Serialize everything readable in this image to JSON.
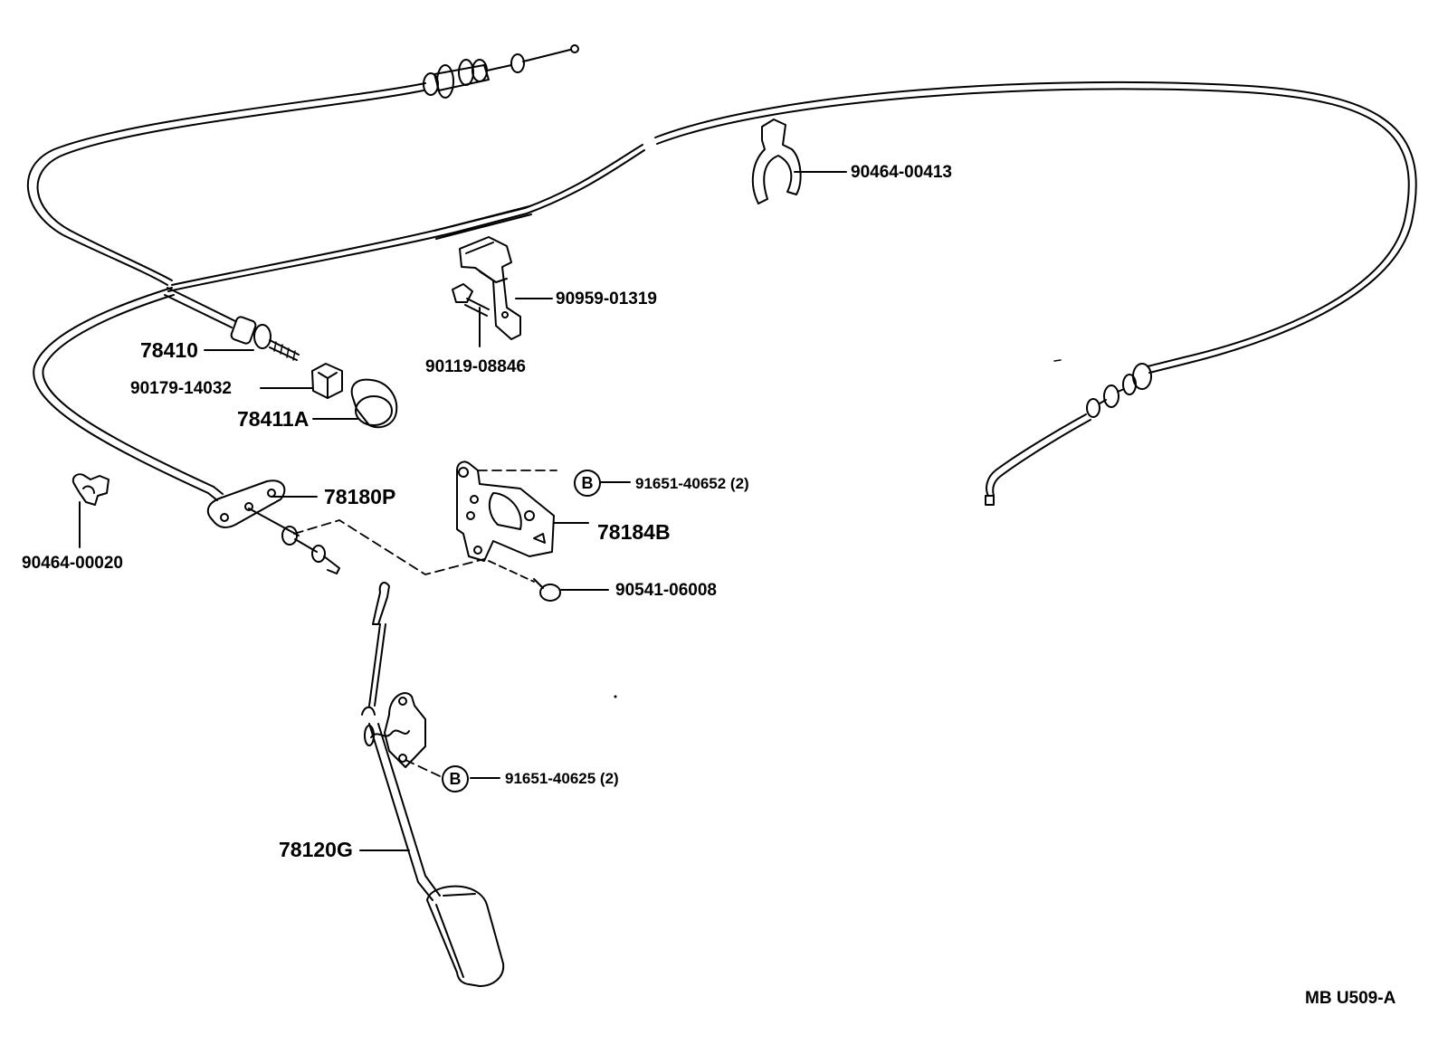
{
  "diagram_code": "MB U509-A",
  "callout_symbol": "B",
  "parts": {
    "cable_assy": "78180P",
    "cable_end_lower": "78410",
    "nut": "90179-14032",
    "cap": "78411A",
    "clamp_left": "90464-00020",
    "clamp_top": "90464-00413",
    "bracket_clip": "90959-01319",
    "bolt_clip": "90119-08846",
    "bolt_b_upper": "91651-40652 (2)",
    "bracket": "78184B",
    "screw": "90541-06008",
    "bolt_b_lower": "91651-40625 (2)",
    "pedal": "78120G"
  }
}
